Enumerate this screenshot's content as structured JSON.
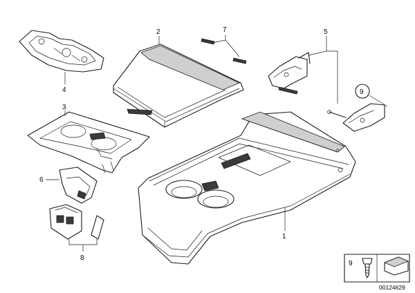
{
  "callouts": {
    "c1": "1",
    "c2": "2",
    "c3": "3",
    "c4": "4",
    "c5": "5",
    "c6": "6",
    "c7": "7",
    "c8": "8",
    "c9": "9"
  },
  "inset": {
    "number": "9"
  },
  "reference_number": "00124629"
}
